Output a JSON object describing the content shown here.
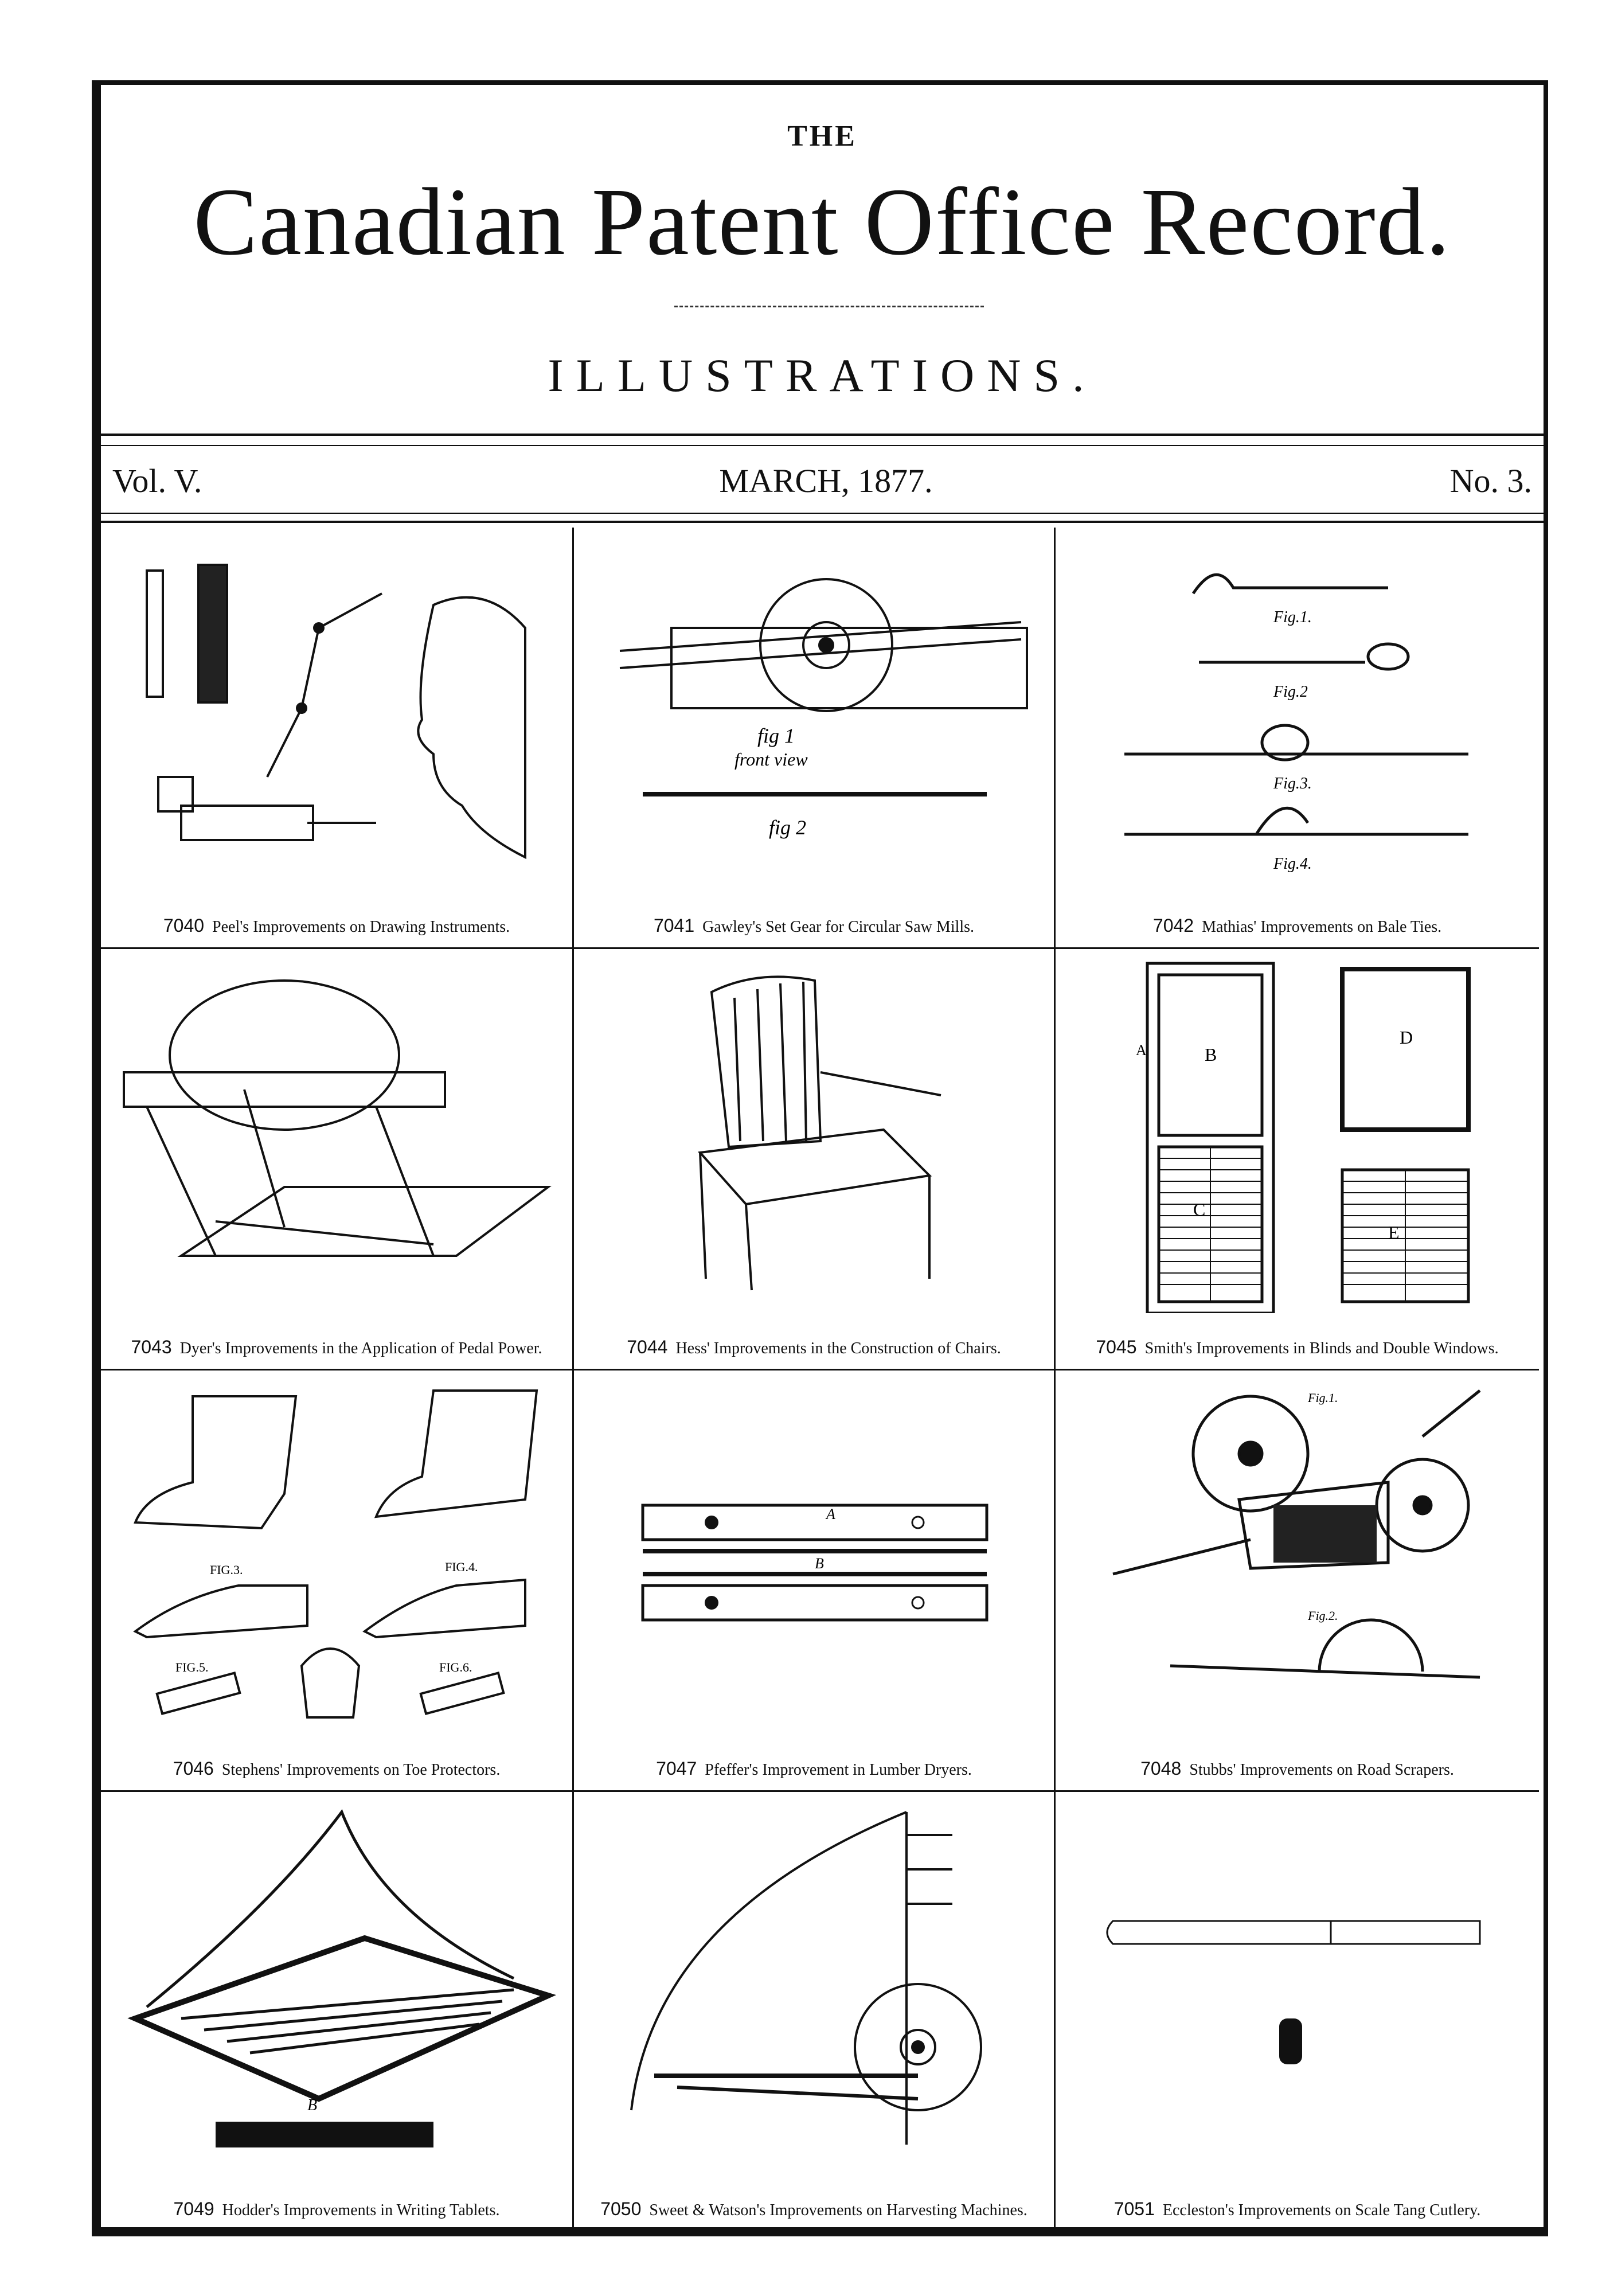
{
  "header": {
    "the": "THE",
    "title": "Canadian Patent Office Record.",
    "subtitle": "ILLUSTRATIONS.",
    "volume": "Vol. V.",
    "date": "MARCH, 1877.",
    "number": "No. 3."
  },
  "patents": [
    {
      "num": "7040",
      "caption": "Peel's Improvements on Drawing Instruments."
    },
    {
      "num": "7041",
      "caption": "Gawley's Set Gear for Circular Saw Mills."
    },
    {
      "num": "7042",
      "caption": "Mathias' Improvements on Bale Ties."
    },
    {
      "num": "7043",
      "caption": "Dyer's Improvements in the Application of Pedal Power."
    },
    {
      "num": "7044",
      "caption": "Hess' Improvements in the Construction of Chairs."
    },
    {
      "num": "7045",
      "caption": "Smith's Improvements in Blinds and Double Windows."
    },
    {
      "num": "7046",
      "caption": "Stephens' Improvements on Toe Protectors."
    },
    {
      "num": "7047",
      "caption": "Pfeffer's Improvement in Lumber Dryers."
    },
    {
      "num": "7048",
      "caption": "Stubbs' Improvements on Road Scrapers."
    },
    {
      "num": "7049",
      "caption": "Hodder's Improvements in Writing Tablets."
    },
    {
      "num": "7050",
      "caption": "Sweet & Watson's Improvements on Harvesting Machines."
    },
    {
      "num": "7051",
      "caption": "Eccleston's Improvements on Scale Tang Cutlery."
    }
  ],
  "figure_labels": {
    "gawley_fig1": "fig 1",
    "gawley_front": "front view",
    "gawley_fig2": "fig 2",
    "mathias_fig1": "Fig.1.",
    "mathias_fig2": "Fig.2",
    "mathias_fig3": "Fig.3.",
    "mathias_fig4": "Fig.4.",
    "smith_b": "B",
    "smith_d": "D",
    "smith_c": "C",
    "smith_e": "E",
    "smith_a": "A",
    "stephens_fig3": "FIG.3.",
    "stephens_fig4": "FIG.4.",
    "stephens_fig5": "FIG.5.",
    "stephens_fig6": "FIG.6.",
    "pfeffer_a": "A",
    "pfeffer_b": "B",
    "stubbs_fig1": "Fig.1.",
    "stubbs_fig2": "Fig.2.",
    "hodder_b": "B"
  }
}
